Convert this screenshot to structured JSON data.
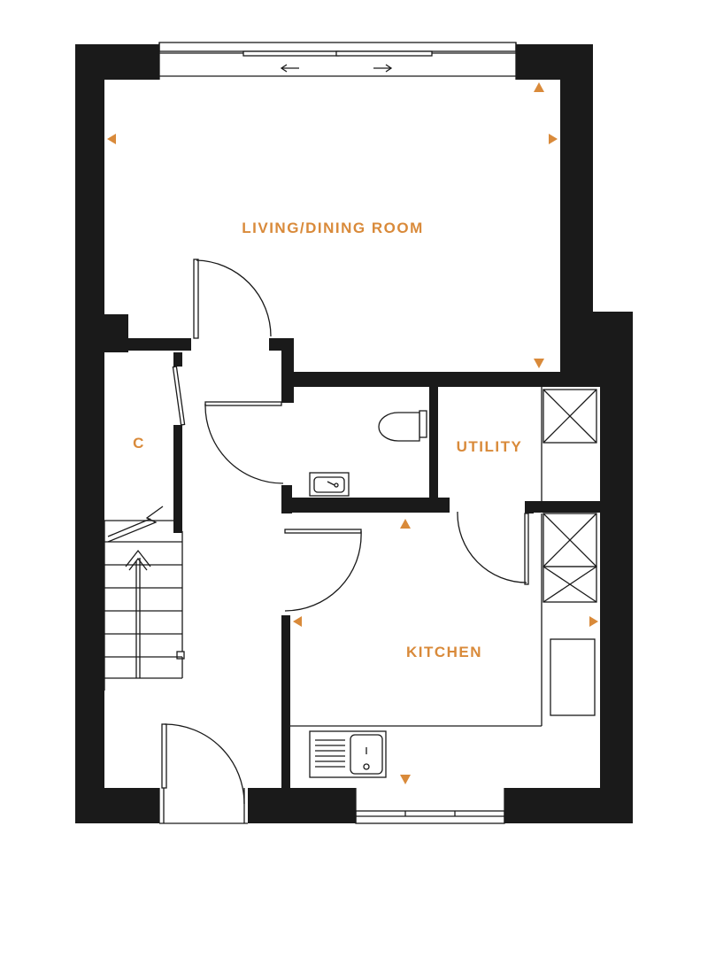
{
  "rooms": {
    "living": "LIVING/DINING ROOM",
    "cupboard": "C",
    "utility": "UTILITY",
    "kitchen": "KITCHEN"
  },
  "colors": {
    "wall": "#1a1a1a",
    "label": "#d98a3a",
    "line": "#1a1a1a",
    "background": "#ffffff"
  },
  "icons": [
    "sliding-door-arrows-icon",
    "dimension-arrow-icon",
    "toilet-icon",
    "basin-icon",
    "sink-icon",
    "appliance-cross-icon",
    "stair-arrow-icon"
  ]
}
